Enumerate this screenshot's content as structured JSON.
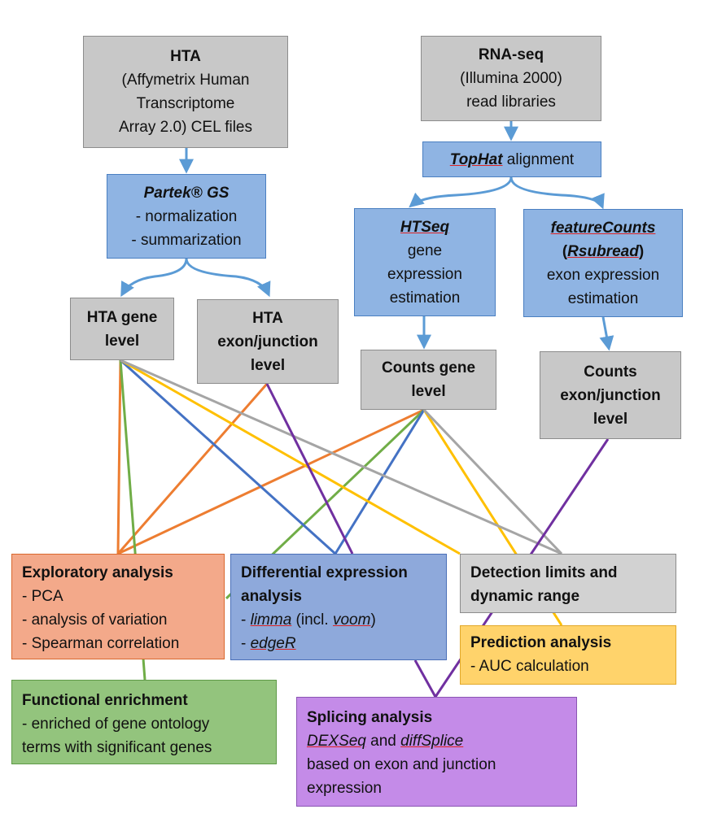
{
  "colors": {
    "arrow": "#5b9bd5",
    "orange": "#ed7d31",
    "green": "#70ad47",
    "blue": "#4472c4",
    "yellow": "#ffc000",
    "gray": "#a5a5a5",
    "purple": "#7030a0"
  },
  "hta_in": {
    "l1": "HTA",
    "l2": "(Affymetrix Human",
    "l3": "Transcriptome",
    "l4": "Array 2.0) CEL files"
  },
  "rnaseq_in": {
    "l1": "RNA-seq",
    "l2": "(Illumina 2000)",
    "l3": "read libraries"
  },
  "tophat": {
    "tool": "TopHat",
    "rest": " alignment"
  },
  "partek": {
    "tool": "Partek® GS",
    "l2": "- normalization",
    "l3": "- summarization"
  },
  "htseq": {
    "tool": "HTSeq",
    "l2": "gene",
    "l3": "expression",
    "l4": "estimation"
  },
  "featurecounts": {
    "tool": "featureCounts",
    "open": "(",
    "pkg": "Rsubread",
    "close": ")",
    "l3": "exon expression",
    "l4": "estimation"
  },
  "hta_gene": {
    "l1": "HTA gene",
    "l2": "level"
  },
  "hta_exon": {
    "l1": "HTA",
    "l2": "exon/junction",
    "l3": "level"
  },
  "counts_gene": {
    "l1": "Counts gene",
    "l2": "level"
  },
  "counts_exon": {
    "l1": "Counts",
    "l2": "exon/junction",
    "l3": "level"
  },
  "exploratory": {
    "title": "Exploratory analysis",
    "i1": "- PCA",
    "i2": "- analysis of variation",
    "i3": "- Spearman correlation"
  },
  "differential": {
    "title1": "Differential expression",
    "title2": "analysis",
    "dash1": "- ",
    "limma": "limma",
    "incl": " (incl. ",
    "voom": "voom",
    "closep": ")",
    "dash2": "- ",
    "edger": "edgeR"
  },
  "detection": {
    "l1": "Detection limits and",
    "l2": "dynamic range"
  },
  "prediction": {
    "title": "Prediction analysis",
    "i1": "- AUC calculation"
  },
  "functional": {
    "title": "Functional enrichment",
    "i1": "- enriched of gene ontology",
    "i2": "terms with significant genes"
  },
  "splicing": {
    "title": "Splicing analysis",
    "dexseq": "DEXSeq",
    "and": " and ",
    "diffsplice": "diffSplice",
    "l3": "based on exon and junction",
    "l4": "expression"
  }
}
